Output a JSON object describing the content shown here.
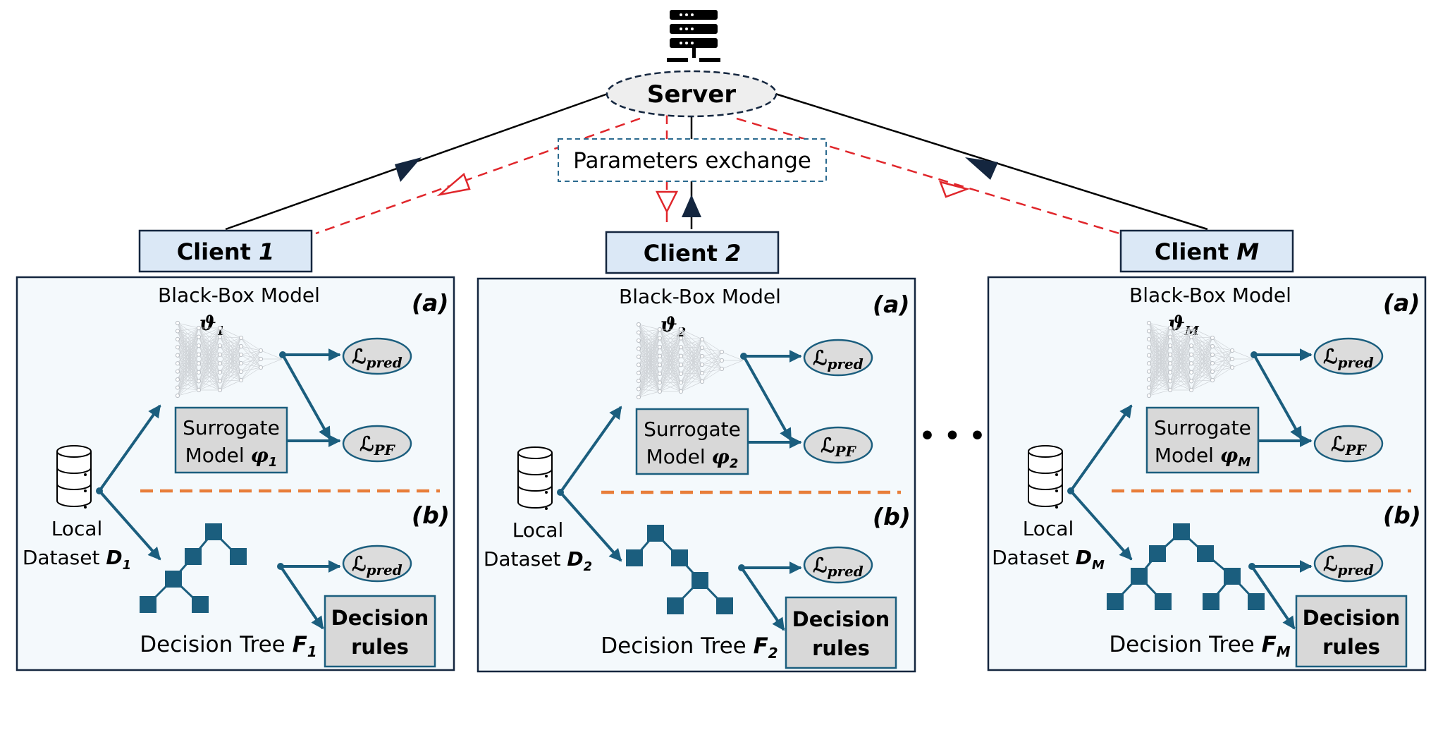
{
  "server": {
    "label": "Server",
    "exchange_label": "Parameters exchange"
  },
  "clients": [
    {
      "title_prefix": "Client ",
      "title_id": "1",
      "black_box_label": "Black-Box Model",
      "theta_symbol": "ϑ",
      "theta_sub": "1",
      "tag_a": "(a)",
      "tag_b": "(b)",
      "loss_symbol": "ℒ",
      "loss_pred_sub": "pred",
      "loss_pf_sub": "PF",
      "surrogate_line1": "Surrogate",
      "surrogate_line2": "Model ",
      "phi_symbol": "φ",
      "phi_sub": "1",
      "dataset_line1": "Local",
      "dataset_line2": "Dataset ",
      "dataset_symbol": "D",
      "dataset_sub": "1",
      "tree_label": "Decision Tree ",
      "tree_symbol": "F",
      "tree_sub": "1",
      "rules_line1": "Decision",
      "rules_line2": "rules"
    },
    {
      "title_prefix": "Client ",
      "title_id": "2",
      "black_box_label": "Black-Box Model",
      "theta_symbol": "ϑ",
      "theta_sub": "2",
      "tag_a": "(a)",
      "tag_b": "(b)",
      "loss_symbol": "ℒ",
      "loss_pred_sub": "pred",
      "loss_pf_sub": "PF",
      "surrogate_line1": "Surrogate",
      "surrogate_line2": "Model ",
      "phi_symbol": "φ",
      "phi_sub": "2",
      "dataset_line1": "Local",
      "dataset_line2": "Dataset ",
      "dataset_symbol": "D",
      "dataset_sub": "2",
      "tree_label": "Decision Tree ",
      "tree_symbol": "F",
      "tree_sub": "2",
      "rules_line1": "Decision",
      "rules_line2": "rules"
    },
    {
      "title_prefix": "Client ",
      "title_id": "M",
      "black_box_label": "Black-Box Model",
      "theta_symbol": "ϑ",
      "theta_sub": "M",
      "tag_a": "(a)",
      "tag_b": "(b)",
      "loss_symbol": "ℒ",
      "loss_pred_sub": "pred",
      "loss_pf_sub": "PF",
      "surrogate_line1": "Surrogate",
      "surrogate_line2": "Model ",
      "phi_symbol": "φ",
      "phi_sub": "M",
      "dataset_line1": "Local",
      "dataset_line2": "Dataset ",
      "dataset_symbol": "D",
      "dataset_sub": "M",
      "tree_label": "Decision Tree ",
      "tree_symbol": "F",
      "tree_sub": "M",
      "rules_line1": "Decision",
      "rules_line2": "rules"
    }
  ],
  "ellipsis": "• • •",
  "colors": {
    "teal": "#1b5e7e",
    "navy": "#14263f",
    "panel_bg": "#f4f9fc",
    "header_bg": "#dbe8f6",
    "gray_box": "#d8d8d8",
    "ellipse_fill": "#dcdcdc",
    "red_dashed": "#e0262b",
    "orange_dashed": "#e87e3a"
  }
}
